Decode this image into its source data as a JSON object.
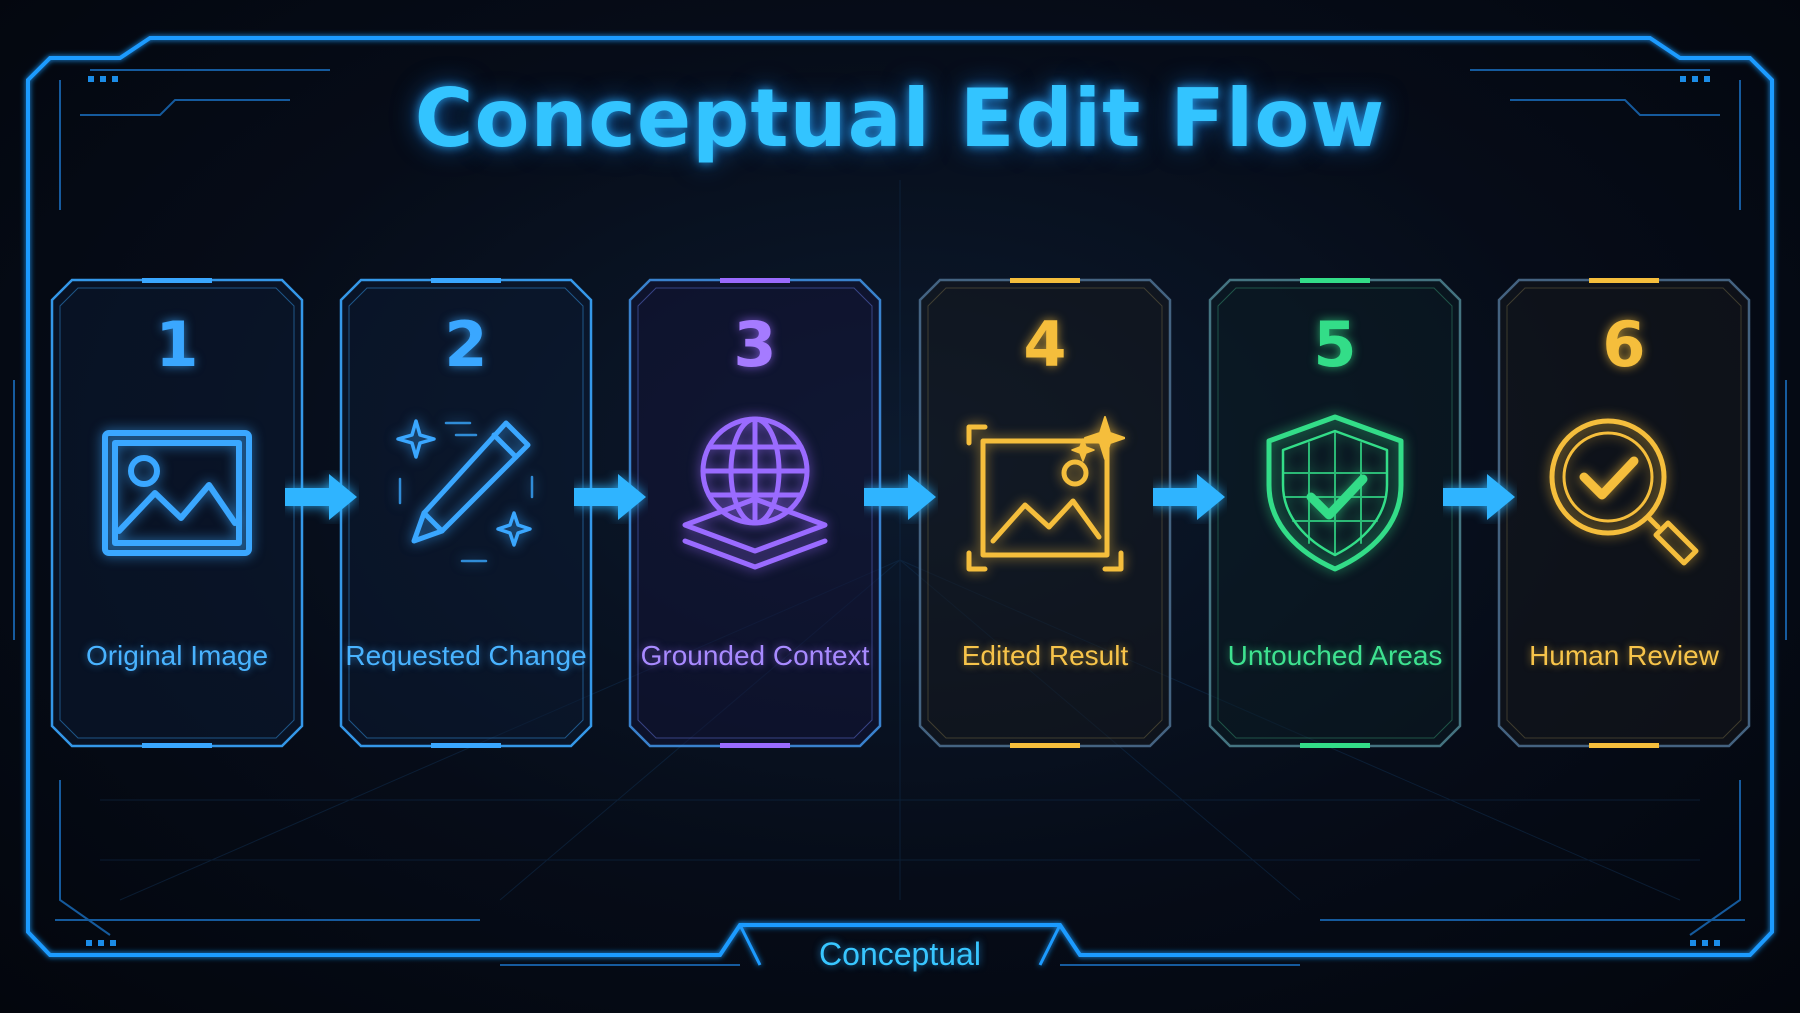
{
  "title": "Conceptual Edit Flow",
  "footer": "Conceptual",
  "colors": {
    "background": "#050a14",
    "frame": "#1e9bff",
    "title": "#33c4ff",
    "arrow": "#2fb4ff"
  },
  "steps": [
    {
      "number": "1",
      "label": "Original Image",
      "icon": "image-frame-icon",
      "color": "#3aa7ff"
    },
    {
      "number": "2",
      "label": "Requested Change",
      "icon": "pencil-sparkle-icon",
      "color": "#3aa7ff"
    },
    {
      "number": "3",
      "label": "Grounded Context",
      "icon": "globe-layers-icon",
      "color": "#9a6bff"
    },
    {
      "number": "4",
      "label": "Edited Result",
      "icon": "image-sparkle-icon",
      "color": "#f5be3c"
    },
    {
      "number": "5",
      "label": "Untouched Areas",
      "icon": "shield-check-icon",
      "color": "#33dd88"
    },
    {
      "number": "6",
      "label": "Human Review",
      "icon": "magnifier-check-icon",
      "color": "#f5be3c"
    }
  ]
}
